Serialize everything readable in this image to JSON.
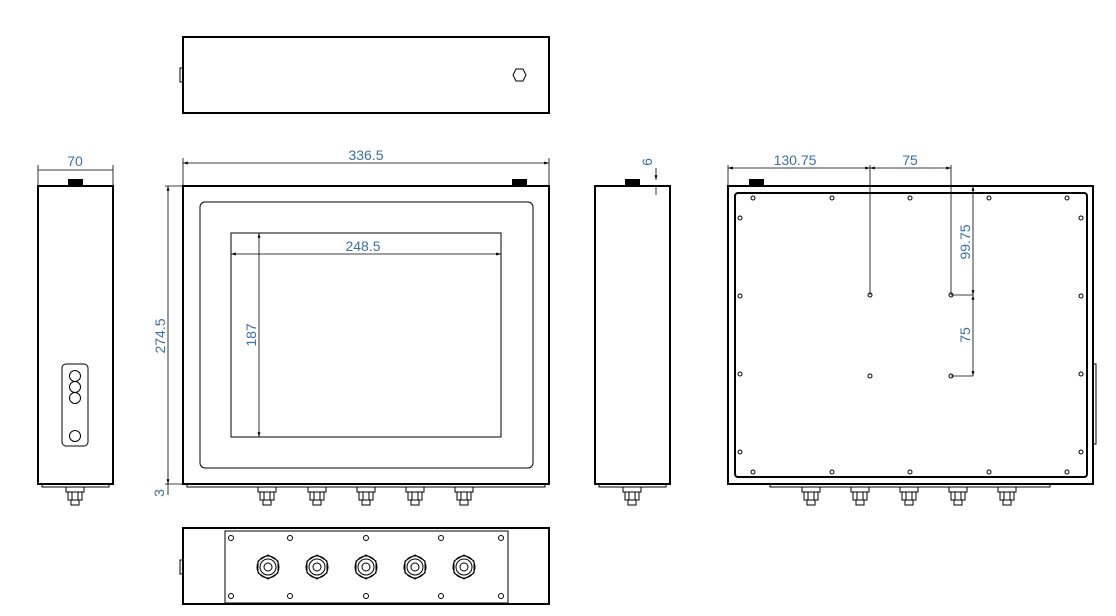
{
  "drawing": {
    "dims": {
      "side_width": "70",
      "overall_width": "336.5",
      "overall_height": "274.5",
      "bottom_offset": "3",
      "screen_width": "248.5",
      "screen_height": "187",
      "side_top_offset": "6",
      "vesa_offset_x": "130.75",
      "vesa_spacing_x": "75",
      "vesa_offset_y": "99.75",
      "vesa_spacing_y": "75"
    },
    "colors": {
      "line": "#000000",
      "dimension_text": "#3d6fa3"
    }
  }
}
